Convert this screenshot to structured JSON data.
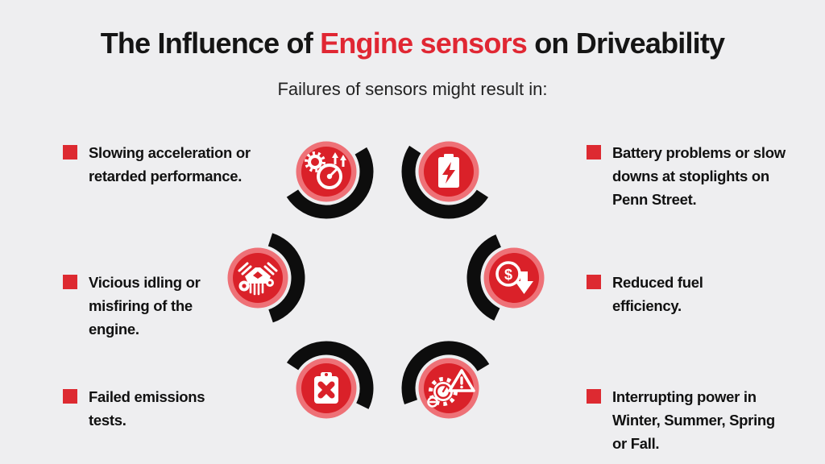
{
  "header": {
    "title_prefix": "The Influence of ",
    "title_highlight": "Engine sensors",
    "title_suffix": " on Driveability",
    "subtitle": "Failures of sensors might result in:"
  },
  "bullets": {
    "left": [
      {
        "lines": [
          "Slowing acceleration or",
          "retarded performance."
        ]
      },
      {
        "lines": [
          "Vicious idling or",
          "misfiring of the",
          "engine."
        ]
      },
      {
        "lines": [
          "Failed emissions",
          "tests."
        ]
      }
    ],
    "right": [
      {
        "lines": [
          "Battery problems or slow",
          "downs at stoplights on",
          "Penn Street."
        ]
      },
      {
        "lines": [
          "Reduced fuel",
          "efficiency."
        ]
      },
      {
        "lines": [
          "Interrupting power in",
          "Winter, Summer, Spring",
          "or Fall."
        ]
      }
    ]
  },
  "diagram": {
    "icons": [
      {
        "name": "performance-gauge-icon"
      },
      {
        "name": "battery-power-icon"
      },
      {
        "name": "engine-misfire-icon"
      },
      {
        "name": "fuel-cost-down-icon"
      },
      {
        "name": "failed-test-icon"
      },
      {
        "name": "gear-warning-icon"
      }
    ],
    "dollar_symbol": "$"
  },
  "colors": {
    "background": "#eeeef0",
    "accent_red": "#da2129",
    "halo_pink": "#ee7177",
    "arc_black": "#0d0d0d",
    "text_dark": "#141414"
  }
}
